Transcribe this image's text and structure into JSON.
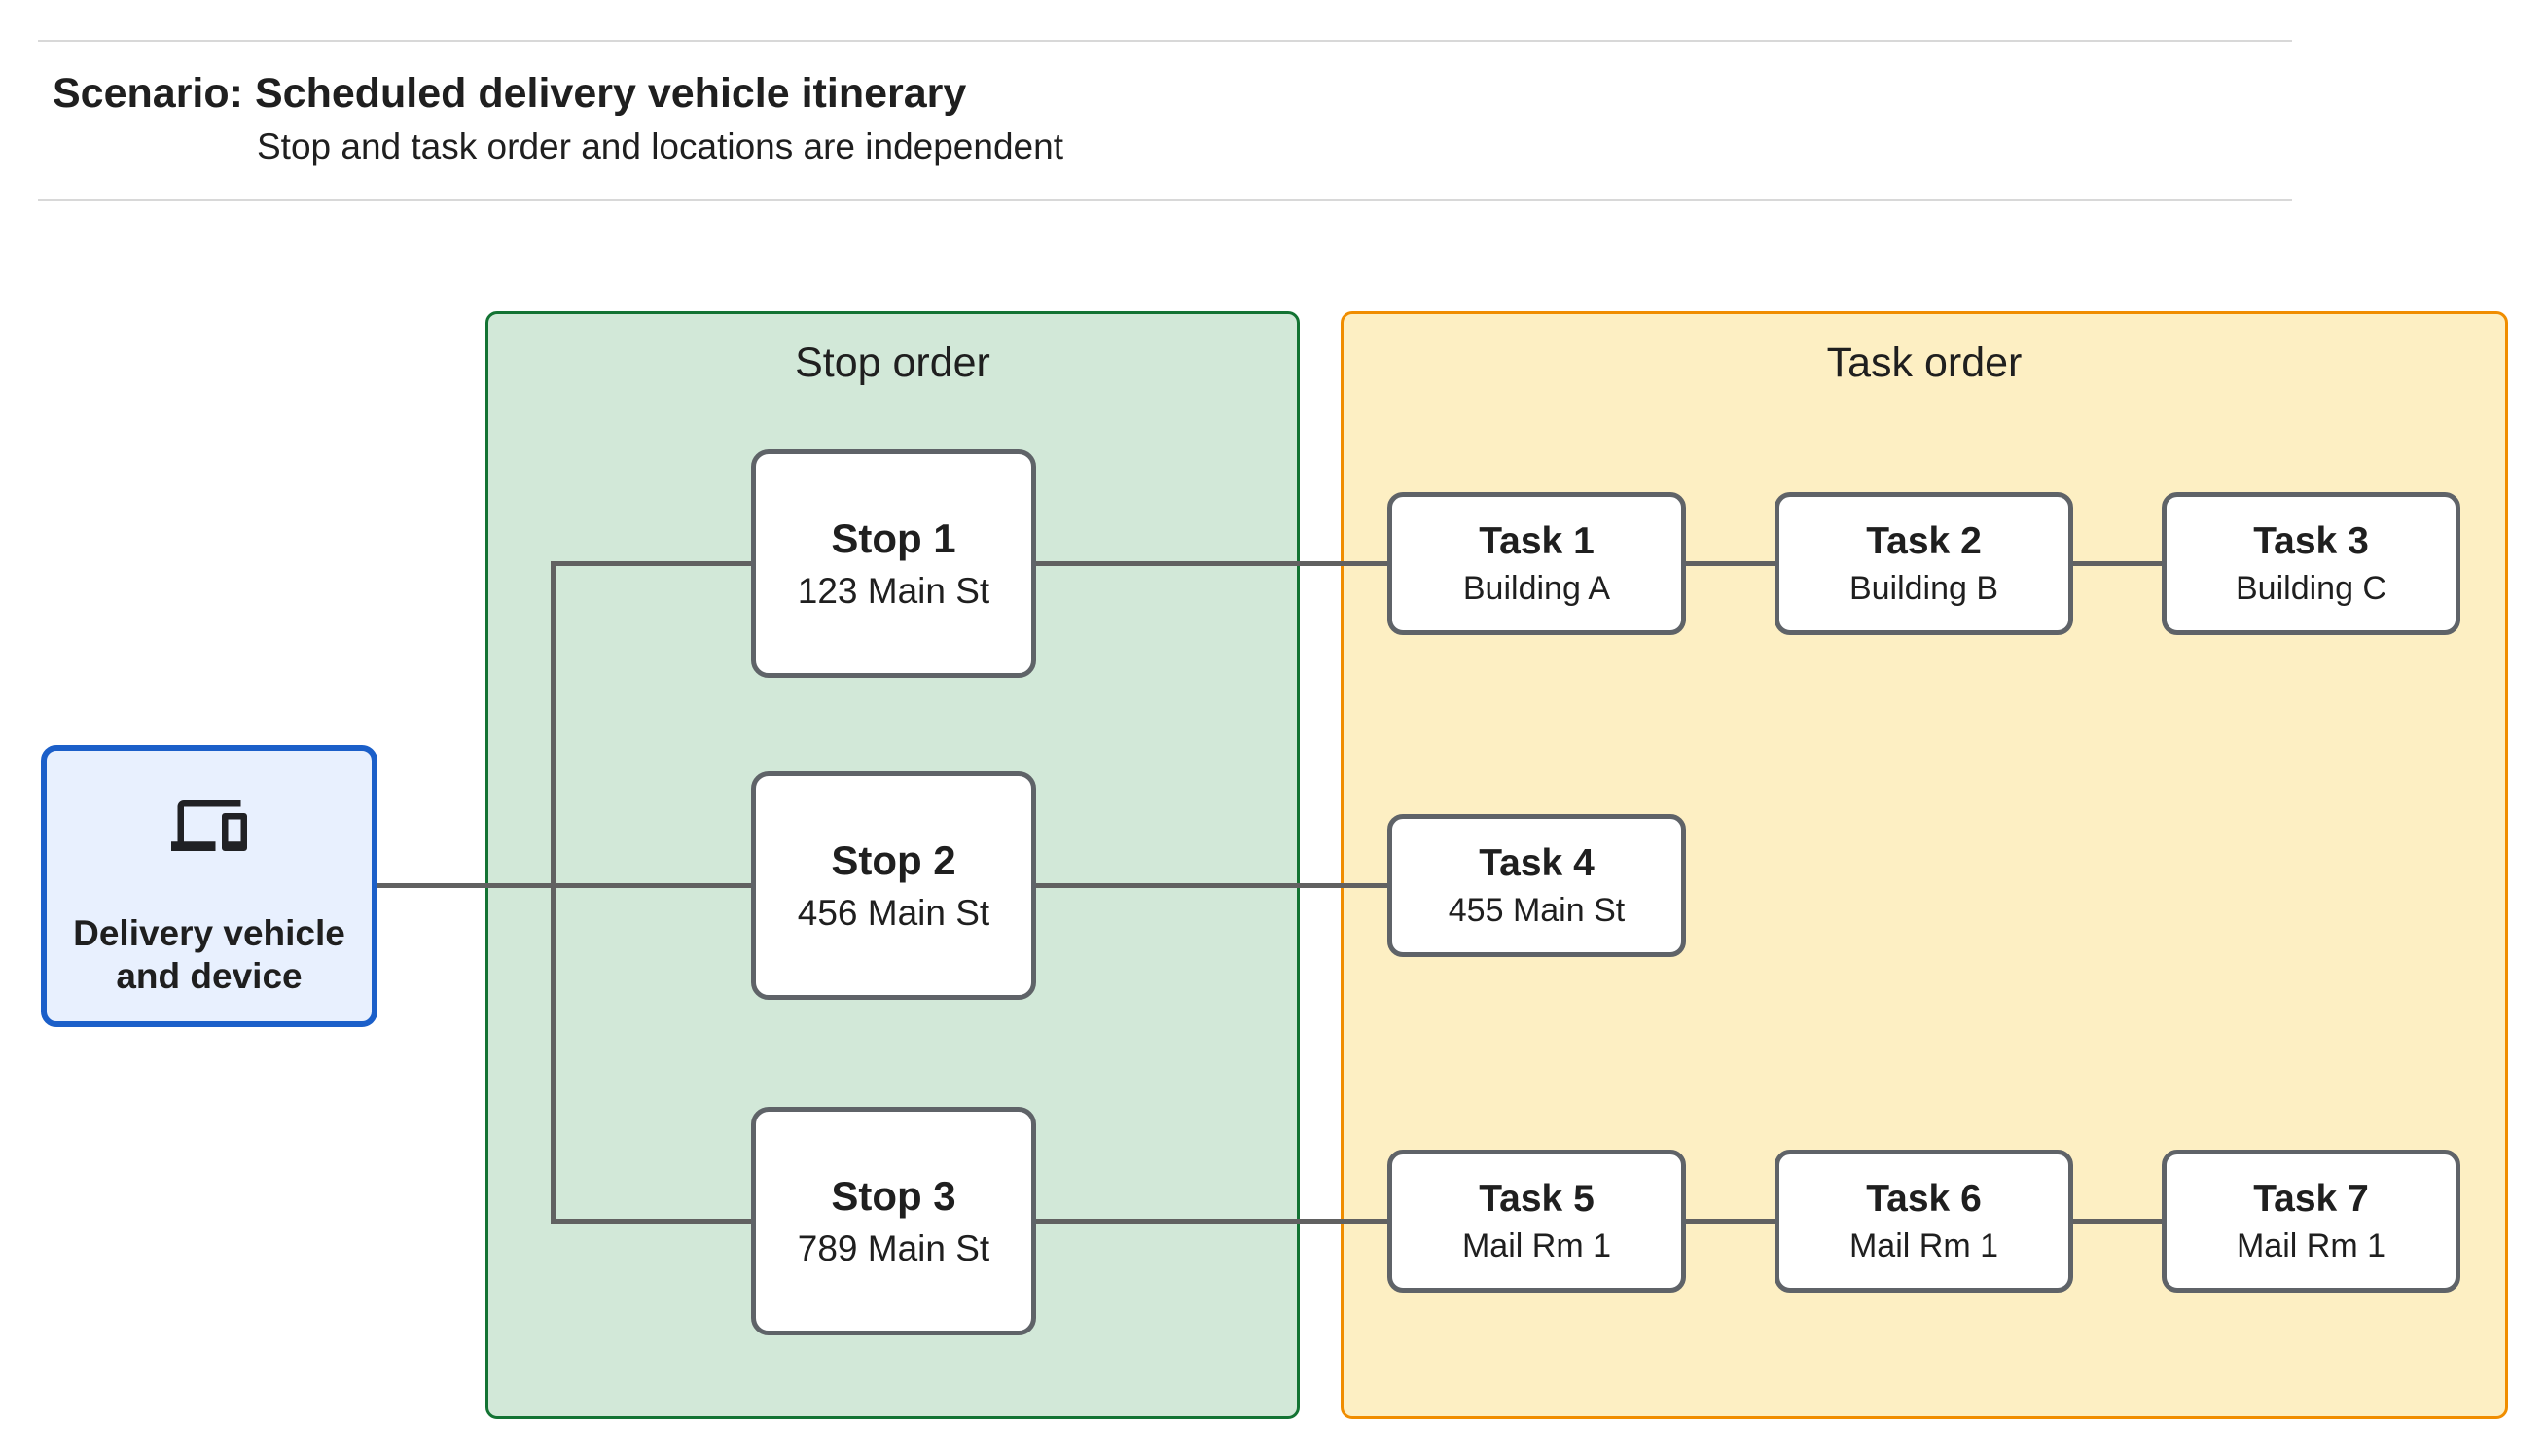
{
  "header": {
    "scenario_label": "Scenario:",
    "title": "Scheduled delivery vehicle itinerary",
    "subtitle": "Stop and task order and locations are independent"
  },
  "source_node": {
    "icon": "devices-icon",
    "label": "Delivery vehicle and device"
  },
  "stop_panel": {
    "title": "Stop order",
    "stops": [
      {
        "name": "Stop 1",
        "location": "123 Main St"
      },
      {
        "name": "Stop 2",
        "location": "456 Main St"
      },
      {
        "name": "Stop 3",
        "location": "789 Main St"
      }
    ]
  },
  "task_panel": {
    "title": "Task order",
    "tasks": [
      {
        "name": "Task 1",
        "location": "Building A"
      },
      {
        "name": "Task 2",
        "location": "Building B"
      },
      {
        "name": "Task 3",
        "location": "Building C"
      },
      {
        "name": "Task 4",
        "location": "455 Main St"
      },
      {
        "name": "Task 5",
        "location": "Mail Rm 1"
      },
      {
        "name": "Task 6",
        "location": "Mail Rm 1"
      },
      {
        "name": "Task 7",
        "location": "Mail Rm 1"
      }
    ]
  },
  "edges": [
    "Delivery vehicle and device -> Stop 1",
    "Delivery vehicle and device -> Stop 2",
    "Delivery vehicle and device -> Stop 3",
    "Stop 1 -> Task 1",
    "Task 1 -> Task 2",
    "Task 2 -> Task 3",
    "Stop 2 -> Task 4",
    "Stop 3 -> Task 5",
    "Task 5 -> Task 6",
    "Task 6 -> Task 7"
  ],
  "colors": {
    "stop-panel-fill": "#d2e8d8",
    "stop-panel-border": "#137333",
    "task-panel-fill": "#fdefc3",
    "task-panel-border": "#f08d00",
    "source-fill": "#e8f0fe",
    "source-border": "#1b5fc9",
    "node-border": "#5f6368",
    "connector": "#616161",
    "text": "#1f1f1f"
  }
}
